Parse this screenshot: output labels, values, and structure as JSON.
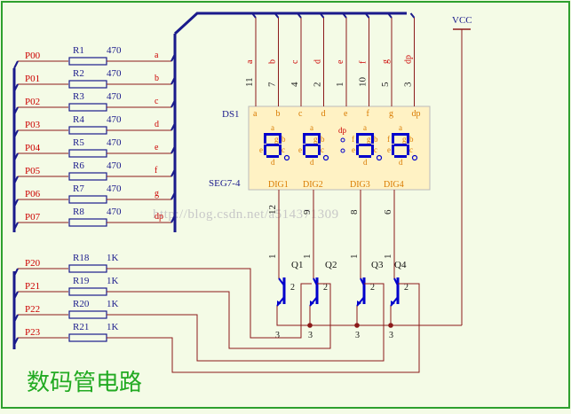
{
  "colors": {
    "border": "#2ea02e",
    "wire": "#8b1a1a",
    "bus": "#1a1a8c",
    "blue": "#0000cc",
    "label_red": "#cc0000",
    "label_orange": "#d97a00",
    "display_fill": "#fff2c4",
    "junction": "#8b1a1a",
    "watermark": "#c8c8c8"
  },
  "title": "数码管电路",
  "watermark": "http://blog.csdn.net/a514371309",
  "vcc_label": "VCC",
  "display": {
    "ref": "DS1",
    "part": "SEG7-4",
    "segment_pins": [
      "a",
      "b",
      "c",
      "d",
      "e",
      "f",
      "g",
      "dp"
    ],
    "pin_numbers": [
      "11",
      "7",
      "4",
      "2",
      "1",
      "10",
      "5",
      "3"
    ],
    "digit_labels": [
      "DIG1",
      "DIG2",
      "DIG3",
      "DIG4"
    ],
    "digit_pin_numbers": [
      "12",
      "9",
      "8",
      "6"
    ],
    "glyph_letters": {
      "a": "a",
      "b": "b",
      "c": "c",
      "d": "d",
      "e": "e",
      "f": "f",
      "g": "g",
      "dp": "dp"
    }
  },
  "resistors_top": [
    {
      "port": "P00",
      "ref": "R1",
      "value": "470",
      "net": "a"
    },
    {
      "port": "P01",
      "ref": "R2",
      "value": "470",
      "net": "b"
    },
    {
      "port": "P02",
      "ref": "R3",
      "value": "470",
      "net": "c"
    },
    {
      "port": "P03",
      "ref": "R4",
      "value": "470",
      "net": "d"
    },
    {
      "port": "P04",
      "ref": "R5",
      "value": "470",
      "net": "e"
    },
    {
      "port": "P05",
      "ref": "R6",
      "value": "470",
      "net": "f"
    },
    {
      "port": "P06",
      "ref": "R7",
      "value": "470",
      "net": "g"
    },
    {
      "port": "P07",
      "ref": "R8",
      "value": "470",
      "net": "dp"
    }
  ],
  "resistors_bottom": [
    {
      "port": "P20",
      "ref": "R18",
      "value": "1K"
    },
    {
      "port": "P21",
      "ref": "R19",
      "value": "1K"
    },
    {
      "port": "P22",
      "ref": "R20",
      "value": "1K"
    },
    {
      "port": "P23",
      "ref": "R21",
      "value": "1K"
    }
  ],
  "transistors": [
    {
      "ref": "Q1",
      "pins": {
        "emitter": "1",
        "base": "2",
        "collector": "3"
      }
    },
    {
      "ref": "Q2",
      "pins": {
        "emitter": "1",
        "base": "2",
        "collector": "3"
      }
    },
    {
      "ref": "Q3",
      "pins": {
        "emitter": "1",
        "base": "2",
        "collector": "3"
      }
    },
    {
      "ref": "Q4",
      "pins": {
        "emitter": "1",
        "base": "2",
        "collector": "3"
      }
    }
  ]
}
